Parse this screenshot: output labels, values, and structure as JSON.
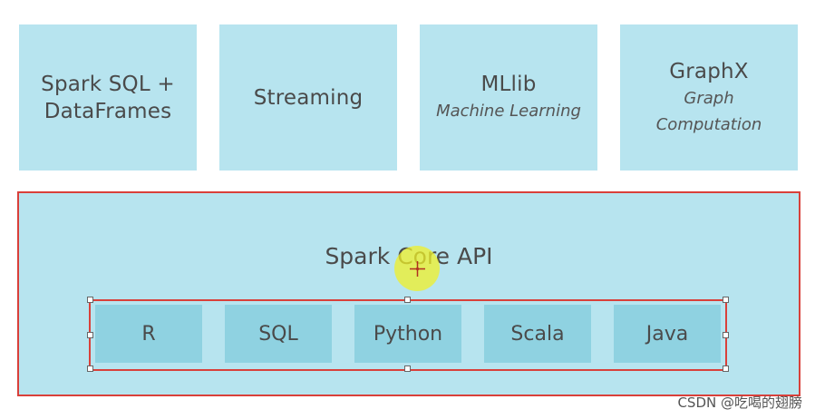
{
  "top_modules": [
    {
      "title_line1": "Spark SQL +",
      "title_line2": "DataFrames"
    },
    {
      "title": "Streaming"
    },
    {
      "title": "MLlib",
      "subtitle": "Machine Learning"
    },
    {
      "title": "GraphX",
      "subtitle_line1": "Graph",
      "subtitle_line2": "Computation"
    }
  ],
  "core": {
    "title": "Spark Core API",
    "languages": [
      "R",
      "SQL",
      "Python",
      "Scala",
      "Java"
    ]
  },
  "watermark": "CSDN @吃喝的翅膀",
  "colors": {
    "box_fill": "#b7e4ef",
    "language_fill": "#8fd2e1",
    "selection_border": "#d9403a",
    "cursor_highlight": "#f0f028"
  }
}
